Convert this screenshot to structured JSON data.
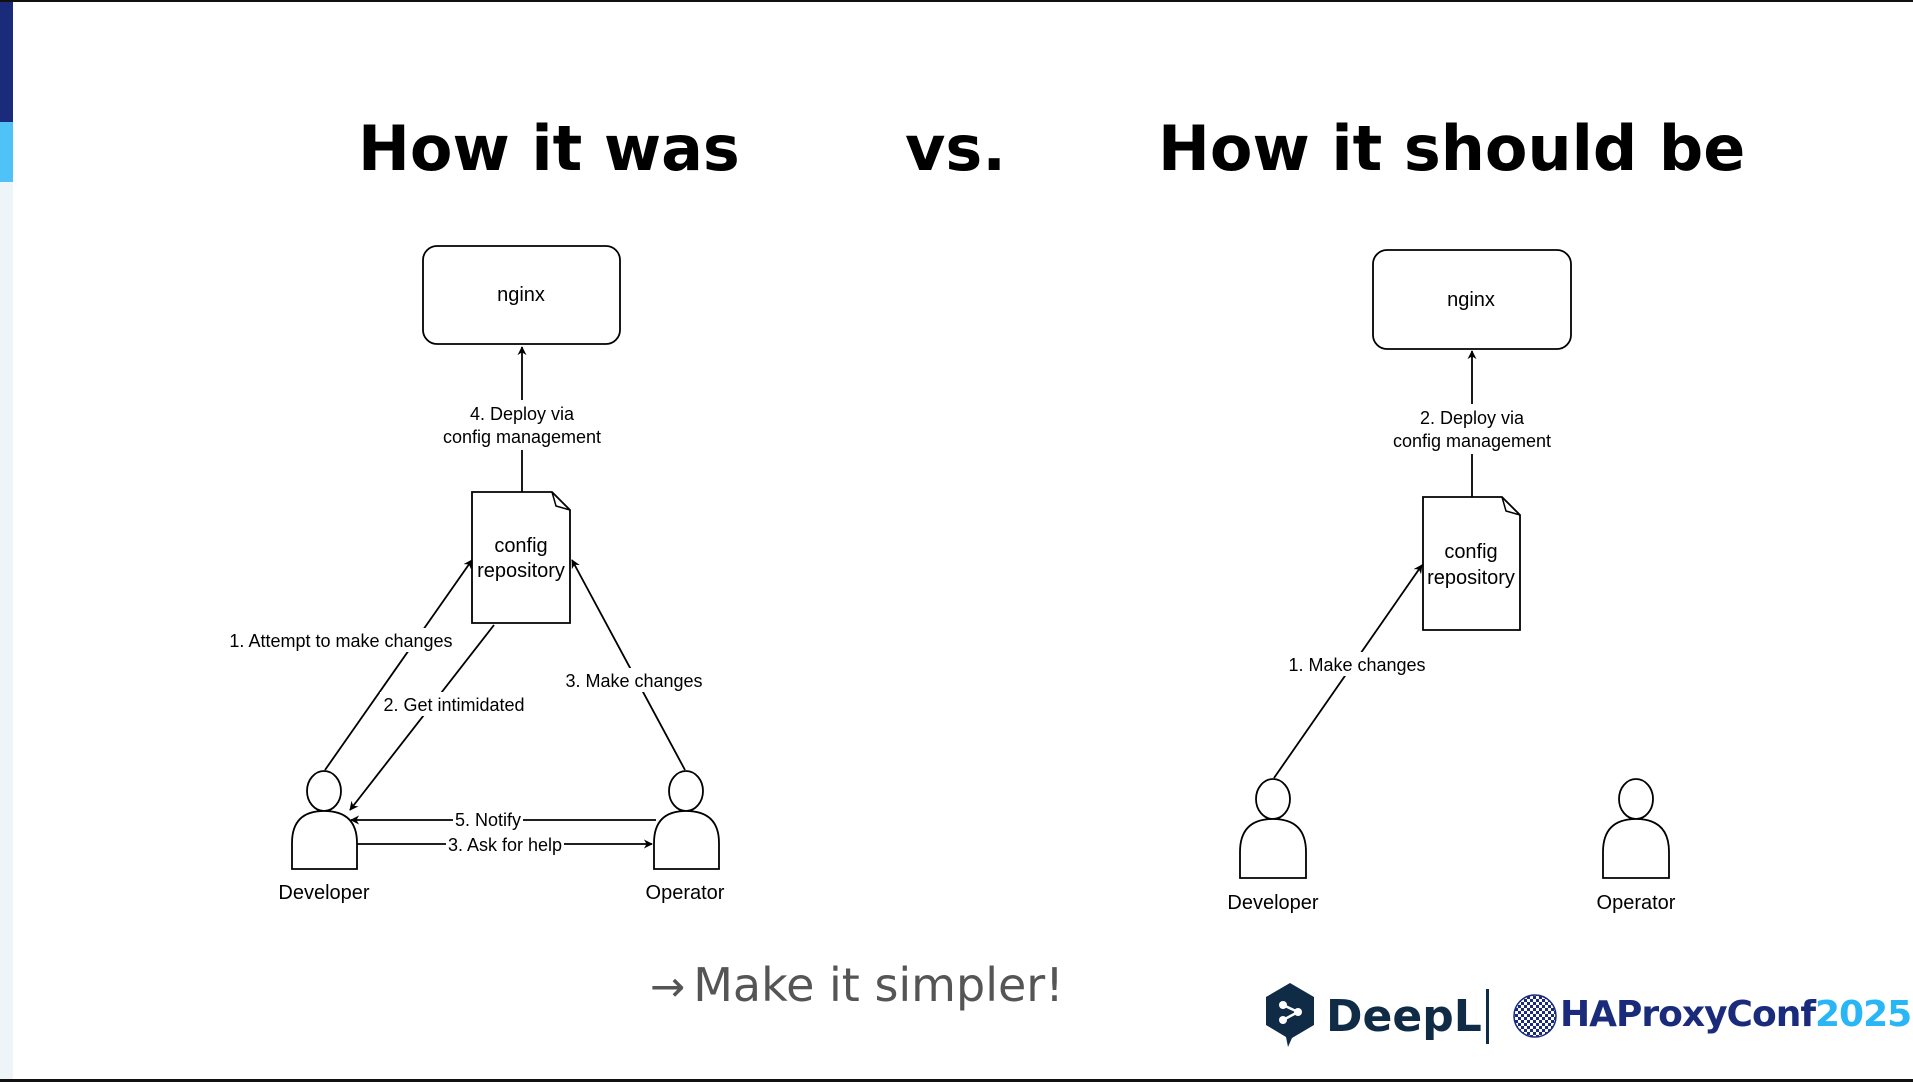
{
  "titles": {
    "left": "How it was",
    "vs": "vs.",
    "right": "How it should be"
  },
  "left_diagram": {
    "server": "nginx",
    "repo_line1": "config",
    "repo_line2": "repository",
    "deploy_line1": "4. Deploy via",
    "deploy_line2": "config management",
    "step1": "1. Attempt to make changes",
    "step2": "2. Get intimidated",
    "step3_make": "3. Make changes",
    "step5": "5. Notify",
    "step3_ask": "3. Ask for help",
    "developer": "Developer",
    "operator": "Operator"
  },
  "right_diagram": {
    "server": "nginx",
    "repo_line1": "config",
    "repo_line2": "repository",
    "deploy_line1": "2. Deploy via",
    "deploy_line2": "config management",
    "step1": "1. Make changes",
    "developer": "Developer",
    "operator": "Operator"
  },
  "tagline": {
    "arrow": "→",
    "text": "Make it simpler!"
  },
  "logos": {
    "deepl": "DeepL",
    "haproxy_main": "HAProxyConf",
    "haproxy_year": "2025"
  },
  "colors": {
    "accent_dark": "#1a2b7c",
    "accent_light": "#4fc3f7",
    "deepl": "#0f2b46",
    "year": "#29b6f6"
  }
}
